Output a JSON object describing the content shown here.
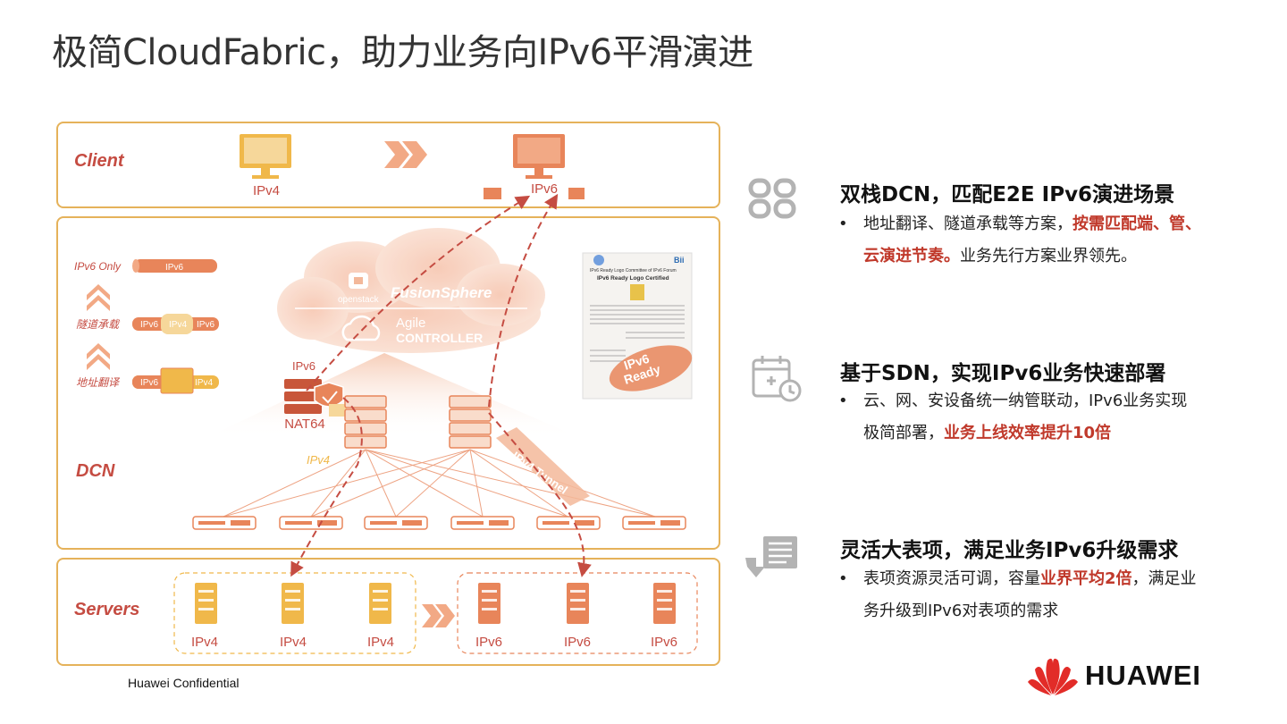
{
  "title": "极简CloudFabric，助力业务向IPv6平滑演进",
  "diagram": {
    "client": {
      "label": "Client",
      "left_ipv": "IPv4",
      "right_ipv": "IPv6"
    },
    "dcn": {
      "label": "DCN",
      "legend": [
        {
          "name": "IPv6 Only",
          "pipe": [
            "IPv6"
          ]
        },
        {
          "name": "隧道承载",
          "pipe": [
            "IPv6",
            "IPv4",
            "IPv6"
          ]
        },
        {
          "name": "地址翻译",
          "pipe": [
            "IPv6",
            "IPv4"
          ]
        }
      ],
      "cloud_brands": [
        "openstack",
        "FusionSphere",
        "Agile",
        "CONTROLLER"
      ],
      "nat_ipv": "IPv6",
      "nat_label": "NAT64",
      "ipv4_label": "IPv4",
      "tunnel_label": "IPv4 Tunnel",
      "certificate": {
        "corner": "Bii",
        "header": "IPv6 Ready Logo Committee of IPv6 Forum",
        "title": "IPv6 Ready Logo Certified",
        "stamp_line1": "IPv6",
        "stamp_line2": "Ready"
      }
    },
    "servers": {
      "label": "Servers",
      "ipv4_group": [
        "IPv4",
        "IPv4",
        "IPv4"
      ],
      "ipv6_group": [
        "IPv6",
        "IPv6",
        "IPv6"
      ]
    }
  },
  "features": [
    {
      "icon": "four-rounded-squares-icon",
      "title": "双栈DCN，匹配E2E IPv6演进场景",
      "bullet_plain1": "地址翻译、隧道承载等方案，",
      "bullet_highlight": "按需匹配端、管、云演进节奏。",
      "bullet_plain2": "业务先行方案业界领先。"
    },
    {
      "icon": "calendar-clock-icon",
      "title": "基于SDN，实现IPv6业务快速部署",
      "bullet_plain1": "云、网、安设备统一纳管联动，IPv6业务实现极简部署，",
      "bullet_highlight": "业务上线效率提升10倍",
      "bullet_plain2": ""
    },
    {
      "icon": "table-download-icon",
      "title": "灵活大表项，满足业务IPv6升级需求",
      "bullet_plain1": "表项资源灵活可调，容量",
      "bullet_highlight": "业界平均2倍",
      "bullet_plain2": "，满足业务升级到IPv6对表项的需求"
    }
  ],
  "footer": "Huawei Confidential",
  "brand": "HUAWEI",
  "colors": {
    "accent": "#c54c42",
    "border": "#e5b25a",
    "orange": "#e8855a",
    "gold": "#f0b84a"
  }
}
